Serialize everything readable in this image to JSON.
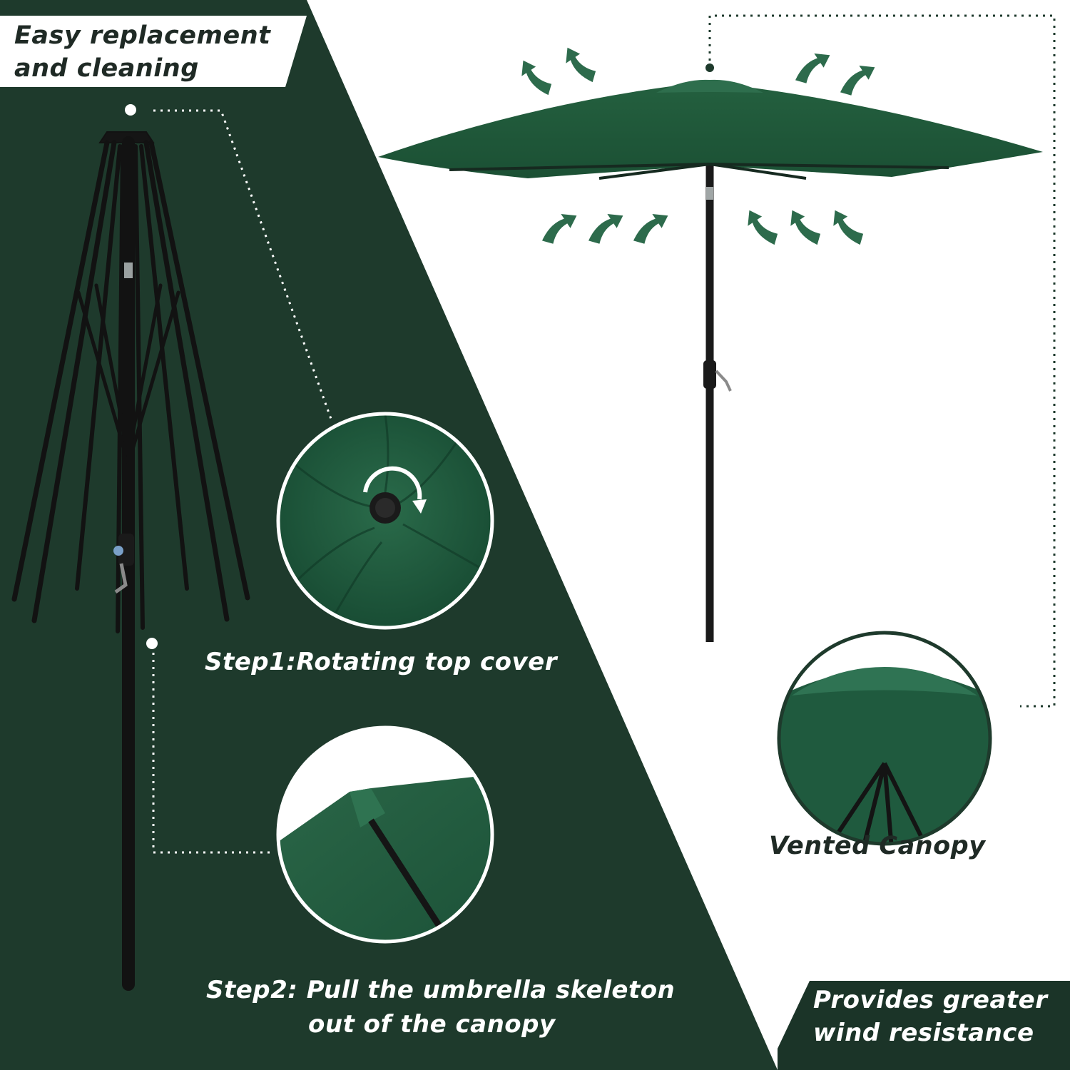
{
  "texts": {
    "title_line1": "Easy replacement",
    "title_line2": "and cleaning",
    "step1": "Step1:Rotating top cover",
    "step2_line1": "Step2: Pull the umbrella skeleton",
    "step2_line2": "out of the canopy",
    "vented": "Vented Canopy",
    "wind_line1": "Provides greater",
    "wind_line2": "wind resistance"
  },
  "colors": {
    "panel_dark_green": "#1e3a2c",
    "canopy_green": "#1f5a3e",
    "arrow_green": "#2d6b4c",
    "frame_black": "#151515",
    "label_box_white": "#ffffff",
    "label_box_dark": "#1b3428"
  },
  "icons": {
    "arrows": "airflow-arrow-icon",
    "rotate": "rotate-arrow-icon"
  }
}
